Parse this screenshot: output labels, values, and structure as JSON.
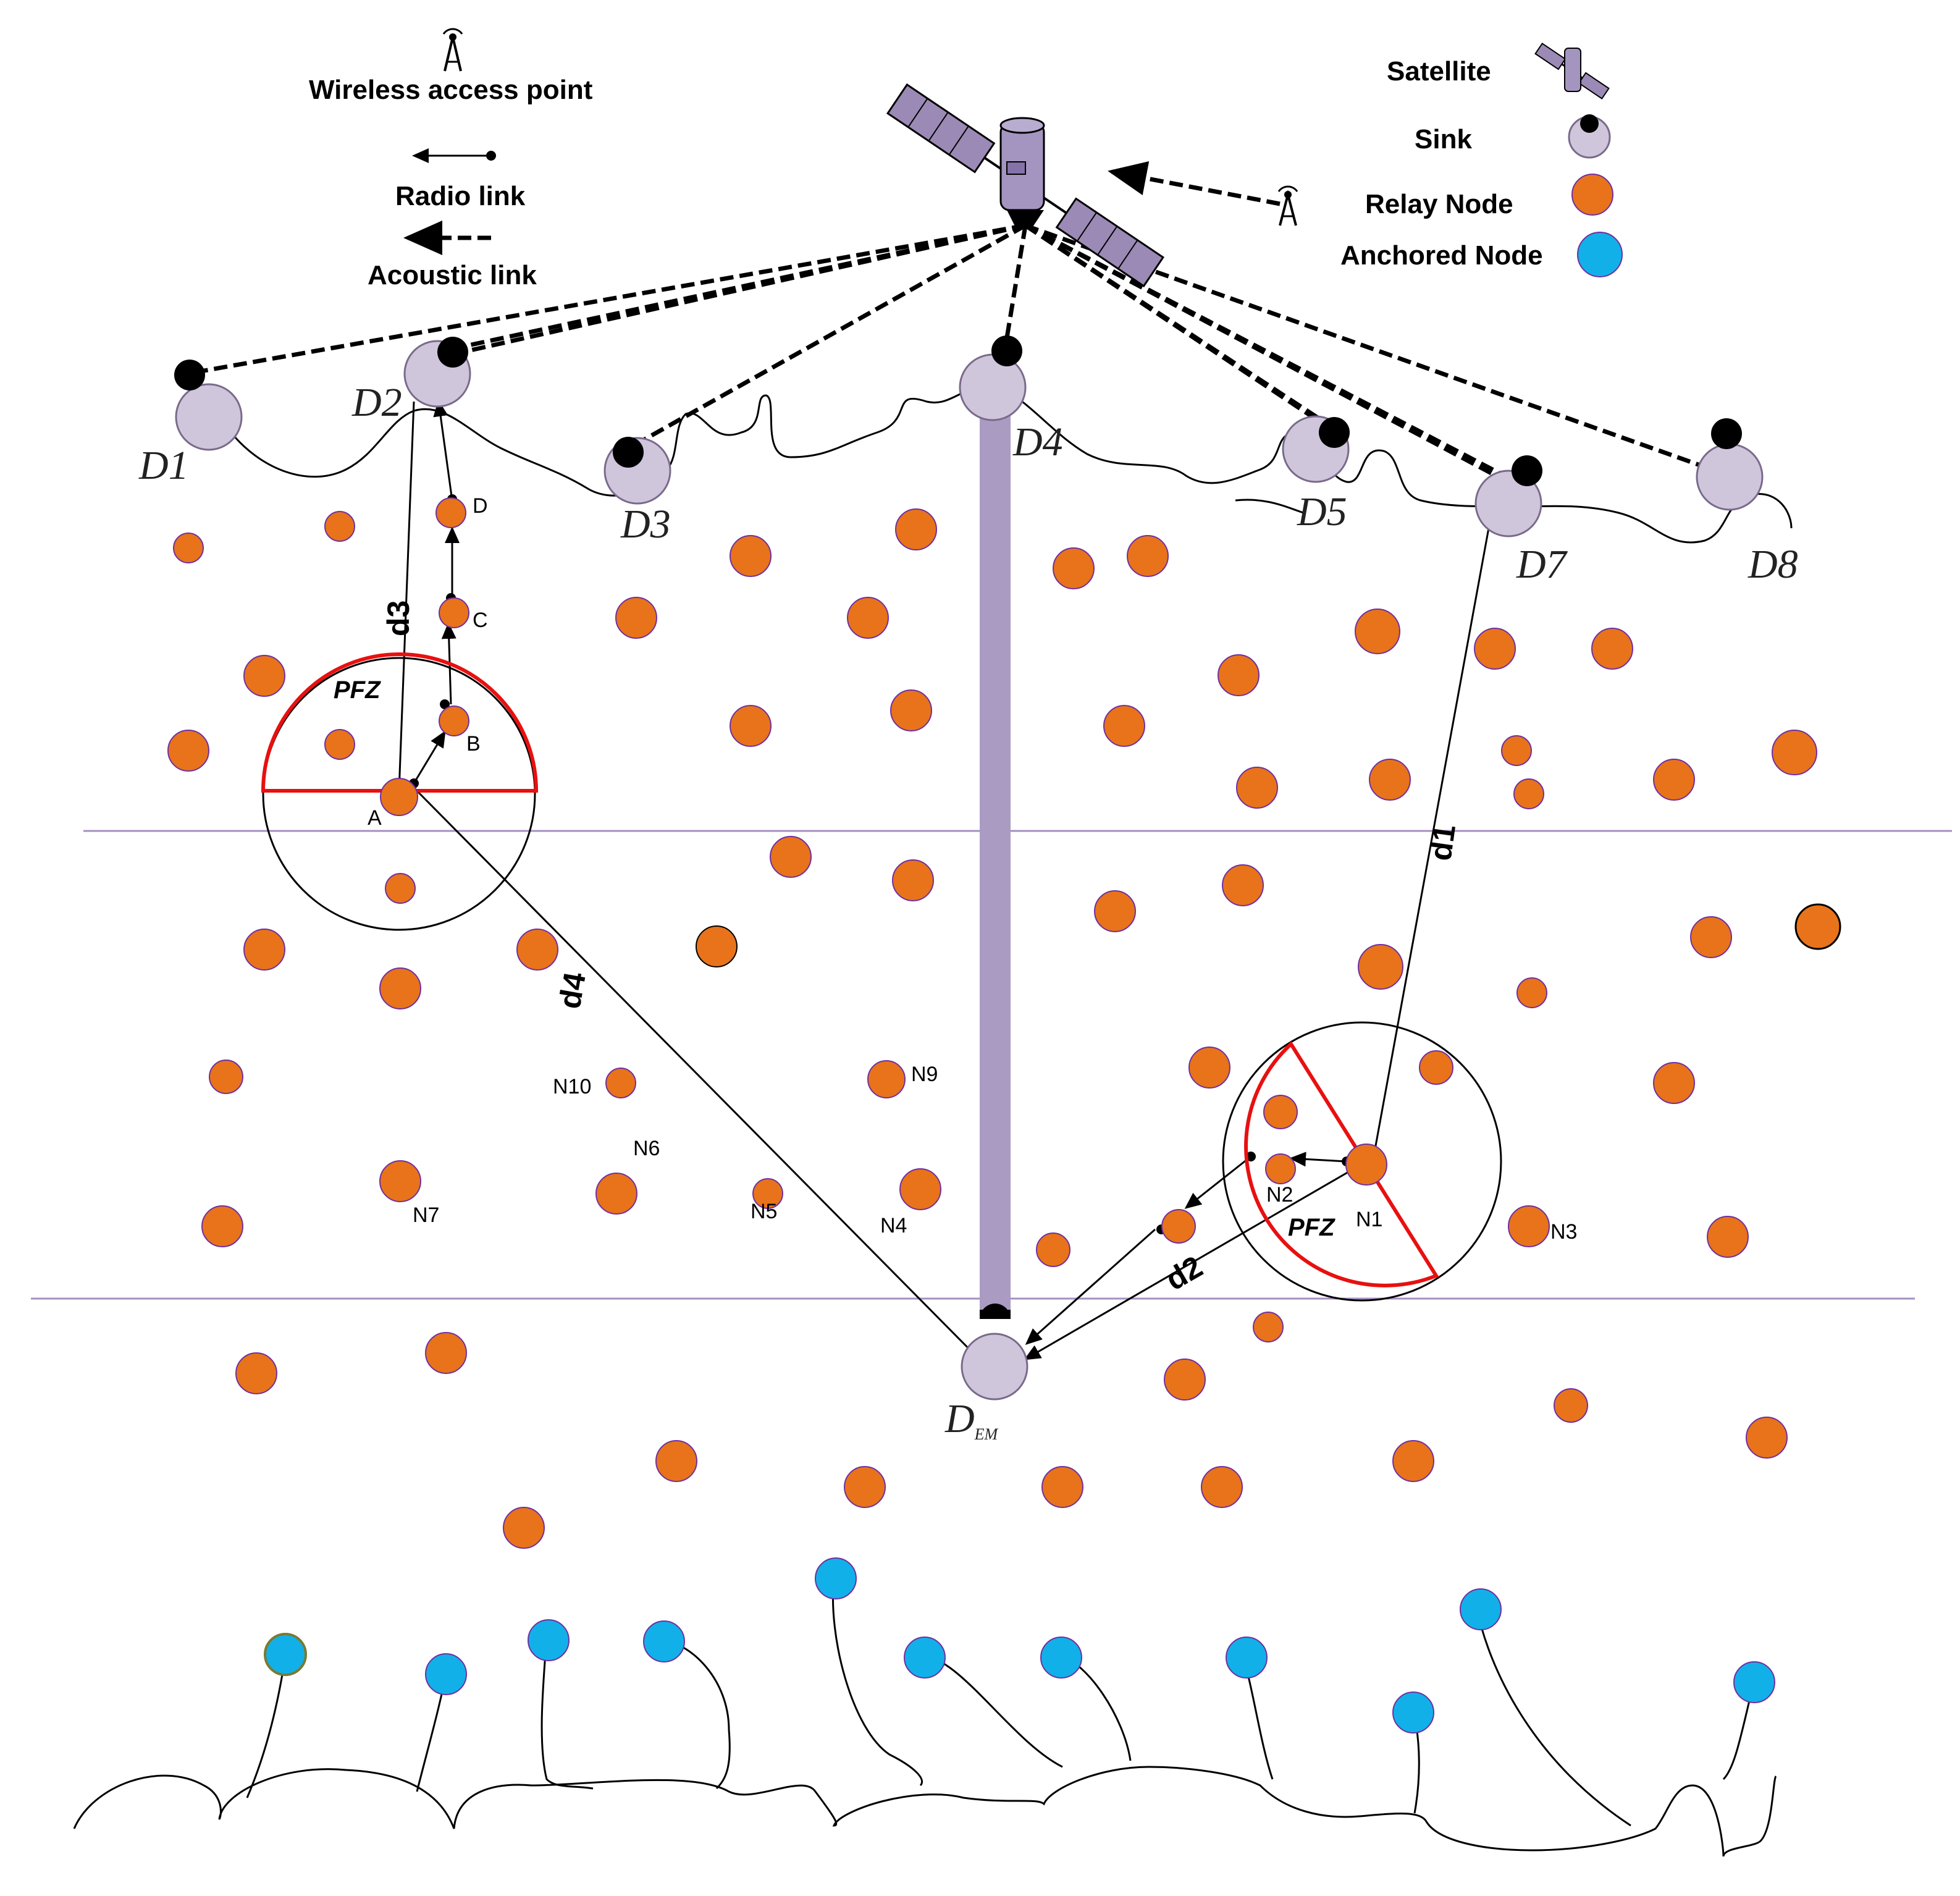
{
  "legend": {
    "wireless_access_point": "Wireless access point",
    "radio_link": "Radio link",
    "acoustic_link": "Acoustic link",
    "satellite": "Satellite",
    "sink": "Sink",
    "relay_node": "Relay Node",
    "anchored_node": "Anchored Node"
  },
  "colors": {
    "relay": "#E8731A",
    "anchored": "#12B0E8",
    "sink": "#CFC6DC",
    "satellite": "#9B8AB5",
    "pfz": "#E81010",
    "layer_line": "#A58FC2"
  },
  "sinks": [
    {
      "id": "D1",
      "sub": ""
    },
    {
      "id": "D2",
      "sub": ""
    },
    {
      "id": "D3",
      "sub": ""
    },
    {
      "id": "D4",
      "sub": ""
    },
    {
      "id": "D5",
      "sub": ""
    },
    {
      "id": "D7",
      "sub": ""
    },
    {
      "id": "D8",
      "sub": ""
    }
  ],
  "dem": {
    "main": "D",
    "sub": "EM"
  },
  "path_nodes": [
    "A",
    "B",
    "C",
    "D"
  ],
  "region_nodes": [
    "N1",
    "N2",
    "N3",
    "N4",
    "N5",
    "N6",
    "N7",
    "N9",
    "N10"
  ],
  "distances": [
    "d1",
    "d2",
    "d3",
    "d4"
  ],
  "pfz": "PFZ"
}
